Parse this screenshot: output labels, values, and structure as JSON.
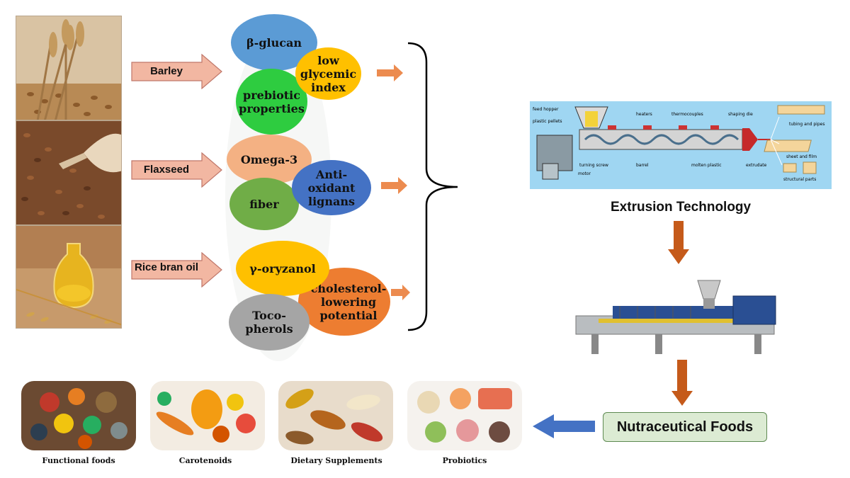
{
  "sources": [
    {
      "label": "Barley"
    },
    {
      "label": "Flaxseed"
    },
    {
      "label": "Rice bran oil"
    }
  ],
  "barley_properties": {
    "beta_glucan": "β-glucan",
    "prebiotic": [
      "prebiotic",
      "properties"
    ],
    "glycemic": [
      "low",
      "glycemic",
      "index"
    ]
  },
  "flaxseed_properties": {
    "omega3": "Omega-3",
    "fiber": "fiber",
    "antioxidant": [
      "Anti-",
      "oxidant",
      "lignans"
    ]
  },
  "ricebran_properties": {
    "oryzanol": "γ-oryzanol",
    "tocopherols": [
      "Toco-",
      "pherols"
    ],
    "cholesterol": [
      "cholesterol-",
      "lowering",
      "potential"
    ]
  },
  "extrusion": {
    "title": "Extrusion Technology",
    "schematic_labels": {
      "feed_hopper": "feed hopper",
      "plastic_pellets": "plastic pellets",
      "heaters": "heaters",
      "thermocouples": "thermocouples",
      "shaping_die": "shaping die",
      "tubing": "tubing and pipes",
      "sheet": "sheet and film",
      "structural": "structural parts",
      "turning_screw": "turning screw",
      "barrel": "barrel",
      "molten_plastic": "molten plastic",
      "extrudate": "extrudate",
      "motor": "motor"
    }
  },
  "output": {
    "label": "Nutraceutical Foods"
  },
  "products": [
    {
      "label": "Functional foods"
    },
    {
      "label": "Carotenoids"
    },
    {
      "label": "Dietary Supplements"
    },
    {
      "label": "Probiotics"
    }
  ],
  "colors": {
    "source_arrow": "#f2b7a2",
    "source_arrow_border": "#c0776a",
    "small_arrow": "#ec8b4f",
    "down_arrow": "#c55a1a",
    "left_arrow": "#4472c4",
    "blue_circle": "#5b9bd5",
    "yellow_circle": "#ffc000",
    "green_circle": "#2ecc40",
    "peach_circle": "#f4b183",
    "olive_circle": "#70ad47",
    "navy_circle": "#4472c4",
    "orange_circle": "#ed7d31",
    "gray_circle": "#a5a5a5",
    "nutra_fill": "#dcebd3"
  }
}
